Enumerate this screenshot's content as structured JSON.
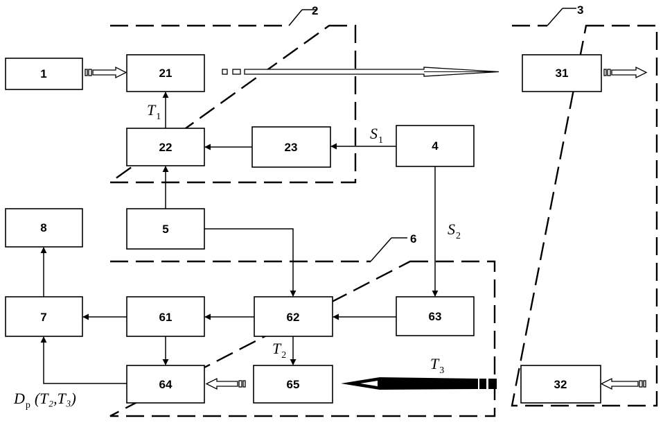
{
  "blocks": {
    "b1": "1",
    "b21": "21",
    "b22": "22",
    "b23": "23",
    "b31": "31",
    "b32": "32",
    "b4": "4",
    "b5": "5",
    "b61": "61",
    "b62": "62",
    "b63": "63",
    "b64": "64",
    "b65": "65",
    "b7": "7",
    "b8": "8"
  },
  "groups": {
    "g2": "2",
    "g3": "3",
    "g6": "6"
  },
  "signals": {
    "T1": {
      "base": "T",
      "sub": "1"
    },
    "S1": {
      "base": "S",
      "sub": "1"
    },
    "S2": {
      "base": "S",
      "sub": "2"
    },
    "T2": {
      "base": "T",
      "sub": "2"
    },
    "T3": {
      "base": "T",
      "sub": "3"
    },
    "Dp": {
      "base": "D",
      "sub": "p",
      "args": "(T₂,T₃)"
    }
  }
}
